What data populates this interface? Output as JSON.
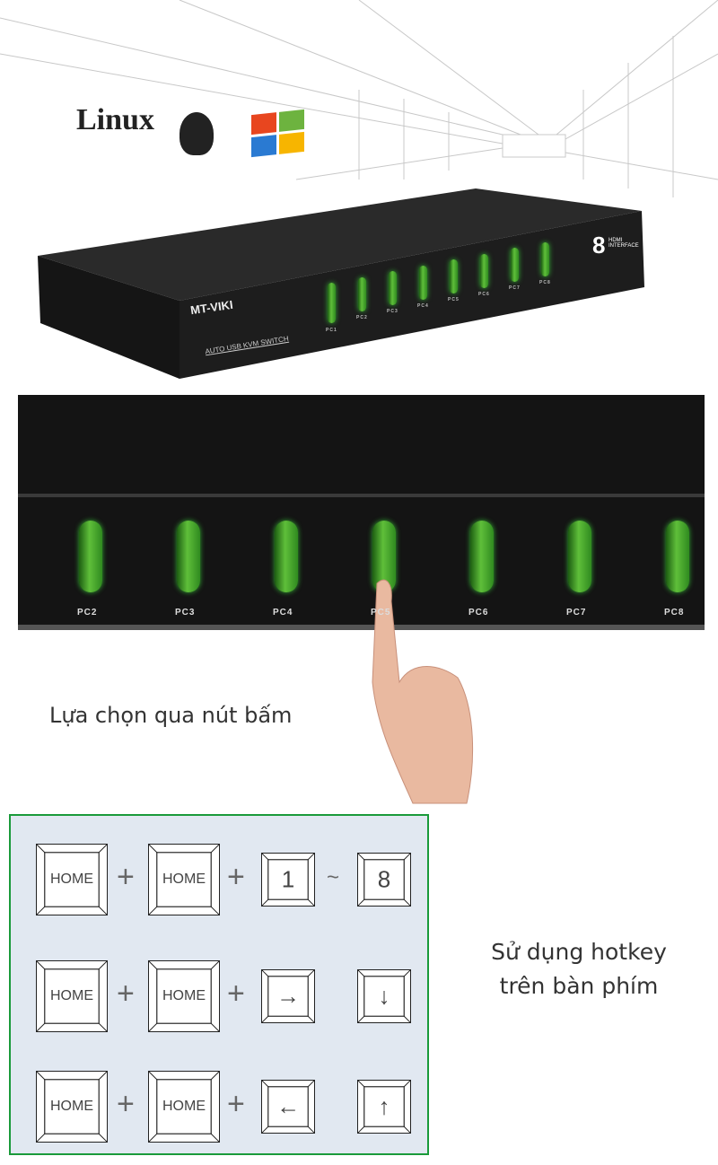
{
  "logos": {
    "linux": "Linux",
    "windows": "windows-logo"
  },
  "device": {
    "brand": "MT-VIKI",
    "model_line": "AUTO USB KVM SWITCH",
    "badge_number": "8",
    "badge_text": "HDMI INTERFACE",
    "front_labels": [
      "PC1",
      "PC2",
      "PC3",
      "PC4",
      "PC5",
      "PC6",
      "PC7",
      "PC8"
    ]
  },
  "closeup": {
    "labels": [
      "PC2",
      "PC3",
      "PC4",
      "PC5",
      "PC6",
      "PC7",
      "PC8"
    ],
    "accent": "#4caf2e"
  },
  "caption_buttons": "Lựa chọn qua nút bấm",
  "hotkeys": {
    "border_color": "#1a9a3a",
    "background": "#e1e8f1",
    "rows": [
      {
        "k1": "HOME",
        "k2": "HOME",
        "k3": "1",
        "sep": "~",
        "k4": "8"
      },
      {
        "k1": "HOME",
        "k2": "HOME",
        "k3": "→",
        "k4": "↓"
      },
      {
        "k1": "HOME",
        "k2": "HOME",
        "k3": "←",
        "k4": "↑"
      }
    ],
    "plus": "+"
  },
  "caption_hotkey": {
    "line1": "Sử dụng hotkey",
    "line2": "trên bàn phím"
  }
}
